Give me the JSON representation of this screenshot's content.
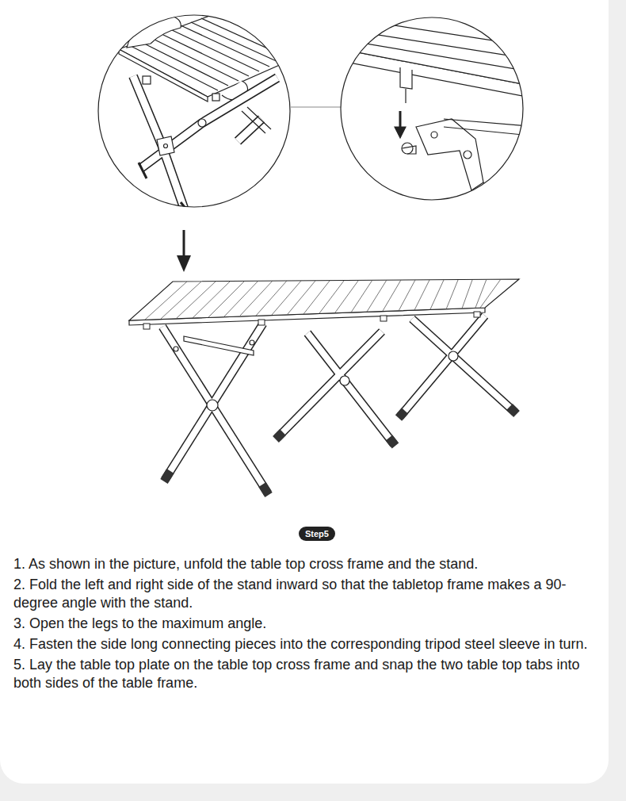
{
  "diagram": {
    "nodes": [
      {
        "text": [
          "Step5"
        ]
      }
    ],
    "labels": [
      "1. As shown in the picture, unfold the table top cross frame and the stand.",
      "2. Fold the left and right side of the stand inward so that the tabletop frame makes a 90-degree angle with the stand.",
      "3. Open the legs to the maximum angle.",
      "4. Fasten the side long connecting pieces into the corresponding tripod steel sleeve in turn.",
      "5. Lay the table top plate on the table top cross frame and snap the two table top tabs into both sides of the table frame."
    ]
  }
}
